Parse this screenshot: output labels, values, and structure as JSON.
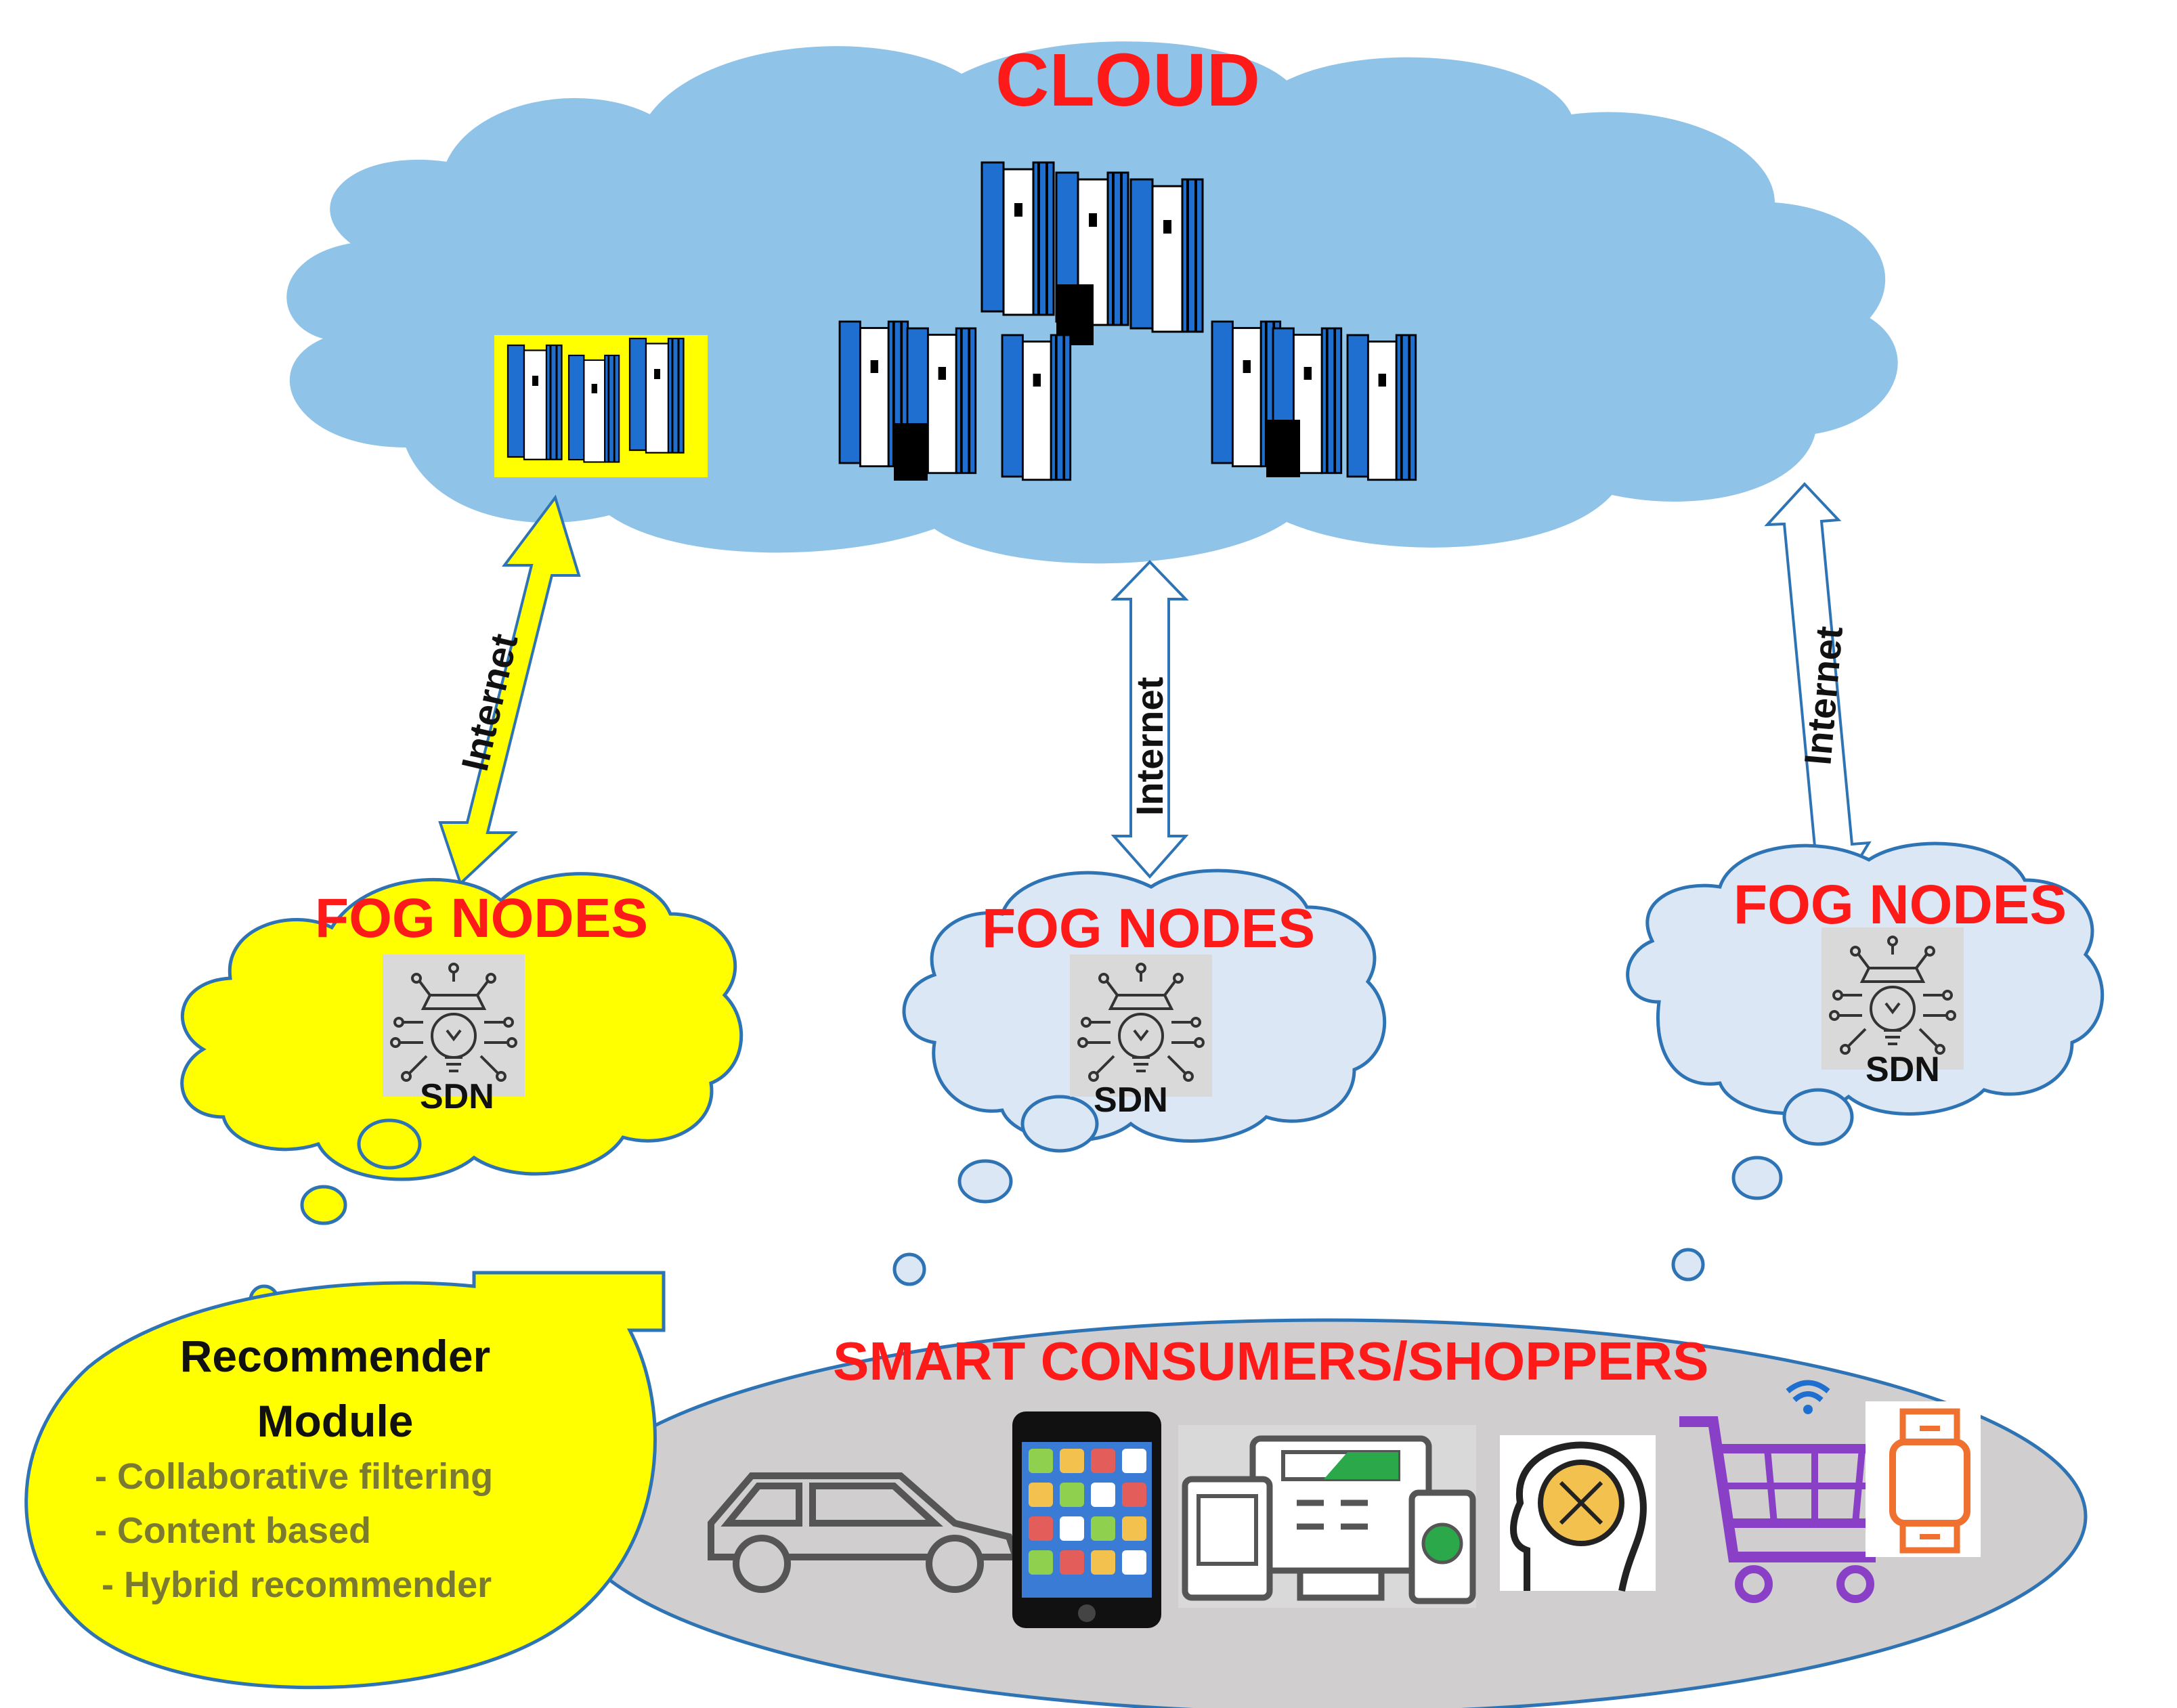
{
  "cloud": {
    "title": "CLOUD"
  },
  "links": [
    {
      "label": "Internet"
    },
    {
      "label": "Internet"
    },
    {
      "label": "Internet"
    }
  ],
  "fog_nodes": [
    {
      "title": "FOG NODES",
      "controller": "SDN"
    },
    {
      "title": "FOG NODES",
      "controller": "SDN"
    },
    {
      "title": "FOG NODES",
      "controller": "SDN"
    }
  ],
  "consumers": {
    "title": "SMART CONSUMERS/SHOPPERS",
    "devices": [
      "car-icon",
      "smartphone-icon",
      "multi-device-icon",
      "brain-puzzle-icon",
      "smart-cart-icon",
      "smartwatch-icon"
    ]
  },
  "recommender": {
    "title": "Recommender Module",
    "items": [
      "- Collaborative filtering",
      "-  Content based",
      " - Hybrid recommender"
    ]
  },
  "colors": {
    "cloud_fill": "#8fc3e8",
    "fog_fill": "#dbe7f5",
    "highlight": "#ffff00",
    "title_red": "#ff1a1a",
    "outline": "#2e74b5",
    "server_blue": "#1f6fd1"
  }
}
